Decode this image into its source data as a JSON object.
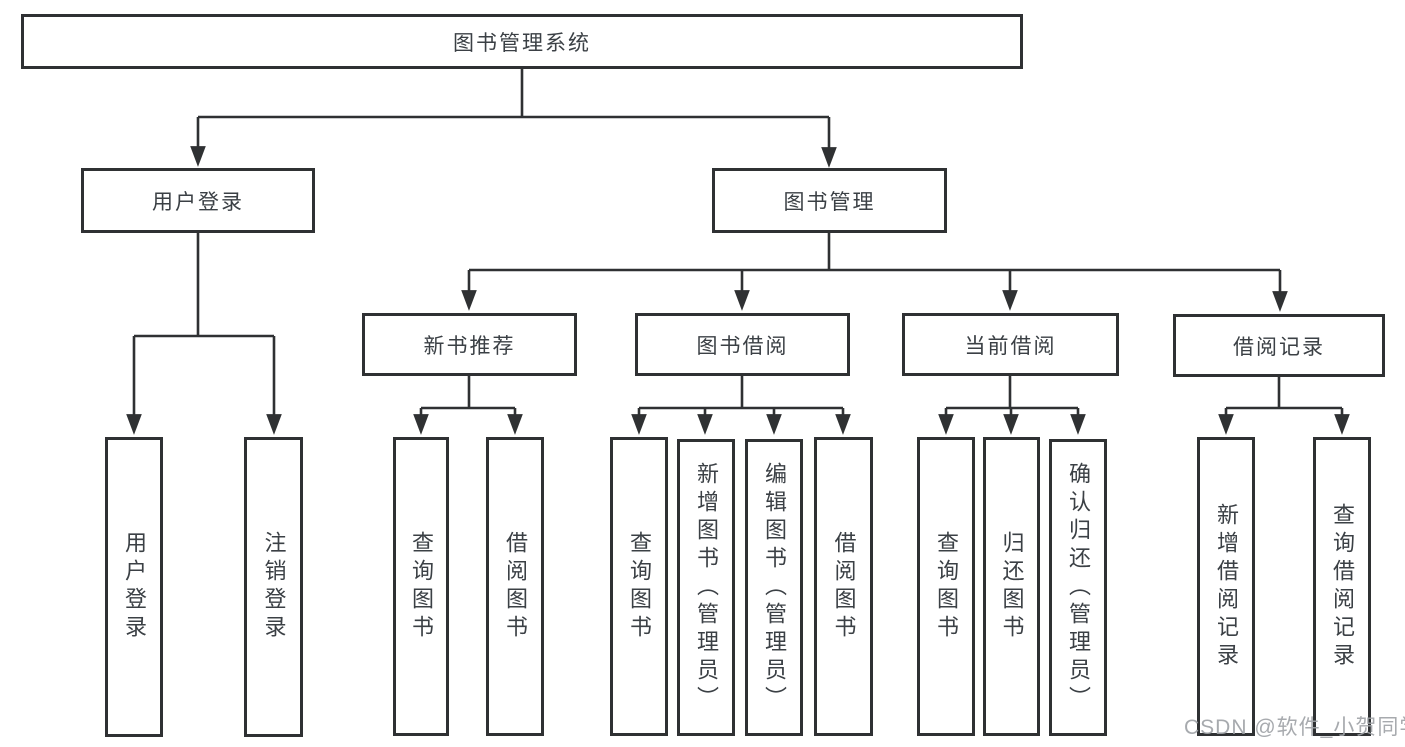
{
  "diagram": {
    "root": {
      "label": "图书管理系统"
    },
    "branches": [
      {
        "label": "用户登录",
        "children": [
          {
            "label": "用户登录"
          },
          {
            "label": "注销登录"
          }
        ]
      },
      {
        "label": "图书管理",
        "children": [
          {
            "label": "新书推荐",
            "children": [
              {
                "label": "查询图书"
              },
              {
                "label": "借阅图书"
              }
            ]
          },
          {
            "label": "图书借阅",
            "children": [
              {
                "label": "查询图书"
              },
              {
                "label": "新增图书（管理员）"
              },
              {
                "label": "编辑图书（管理员）"
              },
              {
                "label": "借阅图书"
              }
            ]
          },
          {
            "label": "当前借阅",
            "children": [
              {
                "label": "查询图书"
              },
              {
                "label": "归还图书"
              },
              {
                "label": "确认归还（管理员）"
              }
            ]
          },
          {
            "label": "借阅记录",
            "children": [
              {
                "label": "新增借阅记录"
              },
              {
                "label": "查询借阅记录"
              }
            ]
          }
        ]
      }
    ]
  },
  "watermark": {
    "text": "CSDN @软件_小贺同学"
  },
  "colors": {
    "border": "#2f3133",
    "line": "#2f3133",
    "text": "#3b4045",
    "watermark": "#a0a3a7",
    "background": "#ffffff"
  }
}
